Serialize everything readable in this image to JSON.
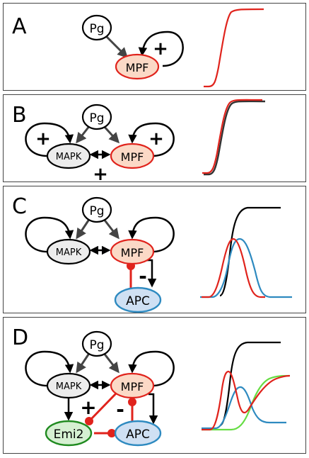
{
  "panels": [
    {
      "label": "A",
      "nodes": {
        "pg": "Pg",
        "mpf": "MPF"
      },
      "signs": {
        "self_mpf": "+"
      }
    },
    {
      "label": "B",
      "nodes": {
        "pg": "Pg",
        "mapk": "MAPK",
        "mpf": "MPF"
      },
      "signs": {
        "self_mapk": "+",
        "self_mpf": "+",
        "mutual": "+"
      }
    },
    {
      "label": "C",
      "nodes": {
        "pg": "Pg",
        "mapk": "MAPK",
        "mpf": "MPF",
        "apc": "APC"
      },
      "signs": {
        "inhibition": "-"
      }
    },
    {
      "label": "D",
      "nodes": {
        "pg": "Pg",
        "mapk": "MAPK",
        "mpf": "MPF",
        "apc": "APC",
        "emi2": "Emi2"
      },
      "signs": {
        "plus": "+",
        "minus": "-"
      }
    }
  ],
  "colors": {
    "mpf_fill": "#fbd9c6",
    "mpf_stroke": "#e0231c",
    "mapk_fill": "#ececec",
    "pg_fill": "#ffffff",
    "apc_fill": "#cfe0f3",
    "apc_stroke": "#2e8ac0",
    "emi2_fill": "#d6f0d2",
    "emi2_stroke": "#1f8a1f",
    "curve_red": "#e0231c",
    "curve_black": "#000000",
    "curve_blue": "#2e8ac0",
    "curve_green": "#66dd44"
  }
}
